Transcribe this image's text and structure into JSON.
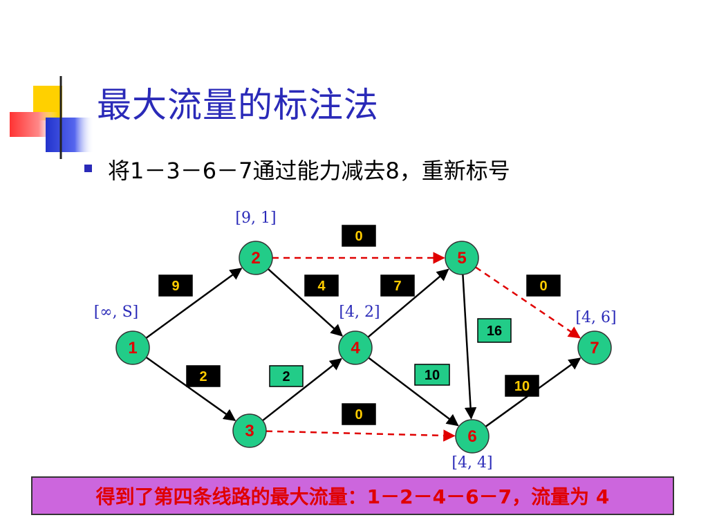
{
  "title": "最大流量的标注法",
  "bullet": "将1－3－6－7通过能力减去8，重新标号",
  "colors": {
    "title": "#2a2ab8",
    "node_fill": "#22cc88",
    "node_text": "#e00000",
    "edge_solid": "#000000",
    "edge_dashed": "#e00000",
    "box_black": "#000000",
    "box_black_text": "#ffcc00",
    "box_green": "#22cc88",
    "box_green_text": "#000000",
    "label": "#2a2ab8",
    "result_bg": "#cc66dd",
    "result_text": "#e00000"
  },
  "nodes": [
    {
      "id": "1",
      "label": "1",
      "tag": "[∞, S]"
    },
    {
      "id": "2",
      "label": "2",
      "tag": "[9, 1]"
    },
    {
      "id": "3",
      "label": "3",
      "tag": ""
    },
    {
      "id": "4",
      "label": "4",
      "tag": "[4, 2]"
    },
    {
      "id": "5",
      "label": "5",
      "tag": ""
    },
    {
      "id": "6",
      "label": "6",
      "tag": "[4, 4]"
    },
    {
      "id": "7",
      "label": "7",
      "tag": "[4, 6]"
    }
  ],
  "edges": [
    {
      "from": "1",
      "to": "2",
      "capacity": "9",
      "style": "solid",
      "box": "black"
    },
    {
      "from": "1",
      "to": "3",
      "capacity": "2",
      "style": "solid",
      "box": "black"
    },
    {
      "from": "2",
      "to": "4",
      "capacity": "4",
      "style": "solid",
      "box": "black"
    },
    {
      "from": "2",
      "to": "5",
      "capacity": "0",
      "style": "dashed",
      "box": "black"
    },
    {
      "from": "3",
      "to": "4",
      "capacity": "2",
      "style": "solid",
      "box": "green"
    },
    {
      "from": "3",
      "to": "6",
      "capacity": "0",
      "style": "dashed",
      "box": "black"
    },
    {
      "from": "4",
      "to": "5",
      "capacity": "7",
      "style": "solid",
      "box": "black"
    },
    {
      "from": "4",
      "to": "6",
      "capacity": "10",
      "style": "solid",
      "box": "green"
    },
    {
      "from": "5",
      "to": "6",
      "capacity": "16",
      "style": "solid",
      "box": "green"
    },
    {
      "from": "5",
      "to": "7",
      "capacity": "0",
      "style": "dashed",
      "box": "black"
    },
    {
      "from": "6",
      "to": "7",
      "capacity": "10",
      "style": "solid",
      "box": "black"
    }
  ],
  "result": "得到了第四条线路的最大流量：1－2－4－6－7，流量为 4"
}
